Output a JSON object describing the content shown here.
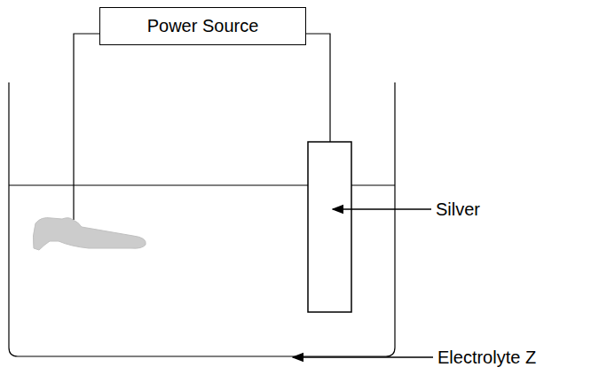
{
  "diagram": {
    "nodes": [
      {
        "text": [
          "Power Source"
        ]
      }
    ],
    "labels": [
      "Silver",
      "Electrolyte Z"
    ]
  }
}
